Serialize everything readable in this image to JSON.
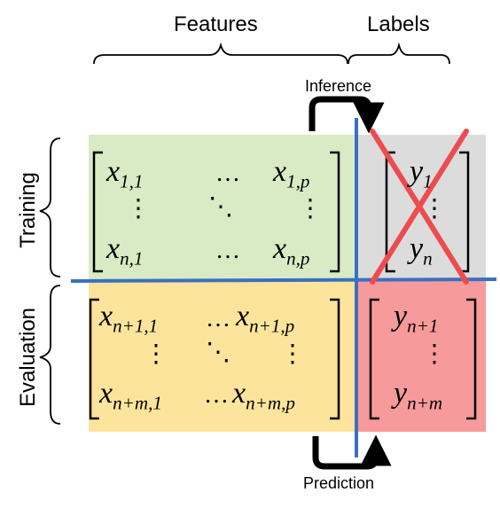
{
  "headers": {
    "features": "Features",
    "labels": "Labels",
    "inference": "Inference",
    "prediction": "Prediction"
  },
  "rows": {
    "training": "Training",
    "evaluation": "Evaluation"
  },
  "training_features": {
    "r1c1": "x",
    "r1c1_sub": "1,1",
    "r1c2": "…",
    "r1c3": "x",
    "r1c3_sub": "1,p",
    "r2c1": "⋮",
    "r2c2": "⋱",
    "r2c3": "⋮",
    "r3c1": "x",
    "r3c1_sub": "n,1",
    "r3c2": "…",
    "r3c3": "x",
    "r3c3_sub": "n,p"
  },
  "training_labels": {
    "r1": "y",
    "r1_sub": "1",
    "r2": "⋮",
    "r3": "y",
    "r3_sub": "n"
  },
  "evaluation_features": {
    "r1c1": "x",
    "r1c1_sub": "n+1,1",
    "r1c2": "…",
    "r1c3": "x",
    "r1c3_sub": "n+1,p",
    "r2c1": "⋮",
    "r2c2": "⋱",
    "r2c3": "⋮",
    "r3c1": "x",
    "r3c1_sub": "n+m,1",
    "r3c2": "…",
    "r3c3": "x",
    "r3c3_sub": "n+m,p"
  },
  "evaluation_labels": {
    "r1": "y",
    "r1_sub": "n+1",
    "r2": "⋮",
    "r3": "y",
    "r3_sub": "n+m"
  },
  "colors": {
    "training_features_fill": "#d8ebc5",
    "training_labels_fill": "#dcdcdc",
    "evaluation_features_fill": "#fde49c",
    "evaluation_labels_fill": "#f79a9b",
    "divider": "#3a70c0",
    "cross": "#ee4b4e",
    "arrow": "#000000"
  }
}
